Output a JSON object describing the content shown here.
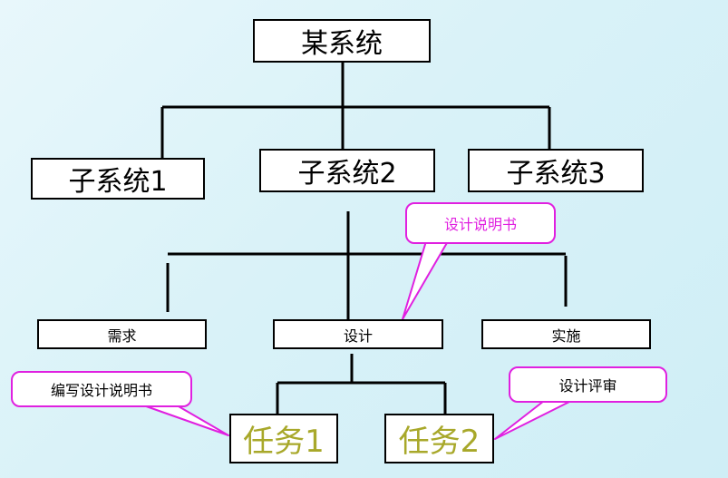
{
  "root": {
    "label": "某系统"
  },
  "subsystems": [
    {
      "label": "子系统1"
    },
    {
      "label": "子系统2"
    },
    {
      "label": "子系统3"
    }
  ],
  "phases": [
    {
      "label": "需求"
    },
    {
      "label": "设计"
    },
    {
      "label": "实施"
    }
  ],
  "tasks": [
    {
      "label": "任务1"
    },
    {
      "label": "任务2"
    }
  ],
  "callouts": {
    "design_spec": "设计说明书",
    "write_spec": "编写设计说明书",
    "design_review": "设计评审"
  },
  "colors": {
    "callout_border": "#e020e0",
    "task_text": "#a8a82a",
    "background": "#d9f2f8"
  }
}
